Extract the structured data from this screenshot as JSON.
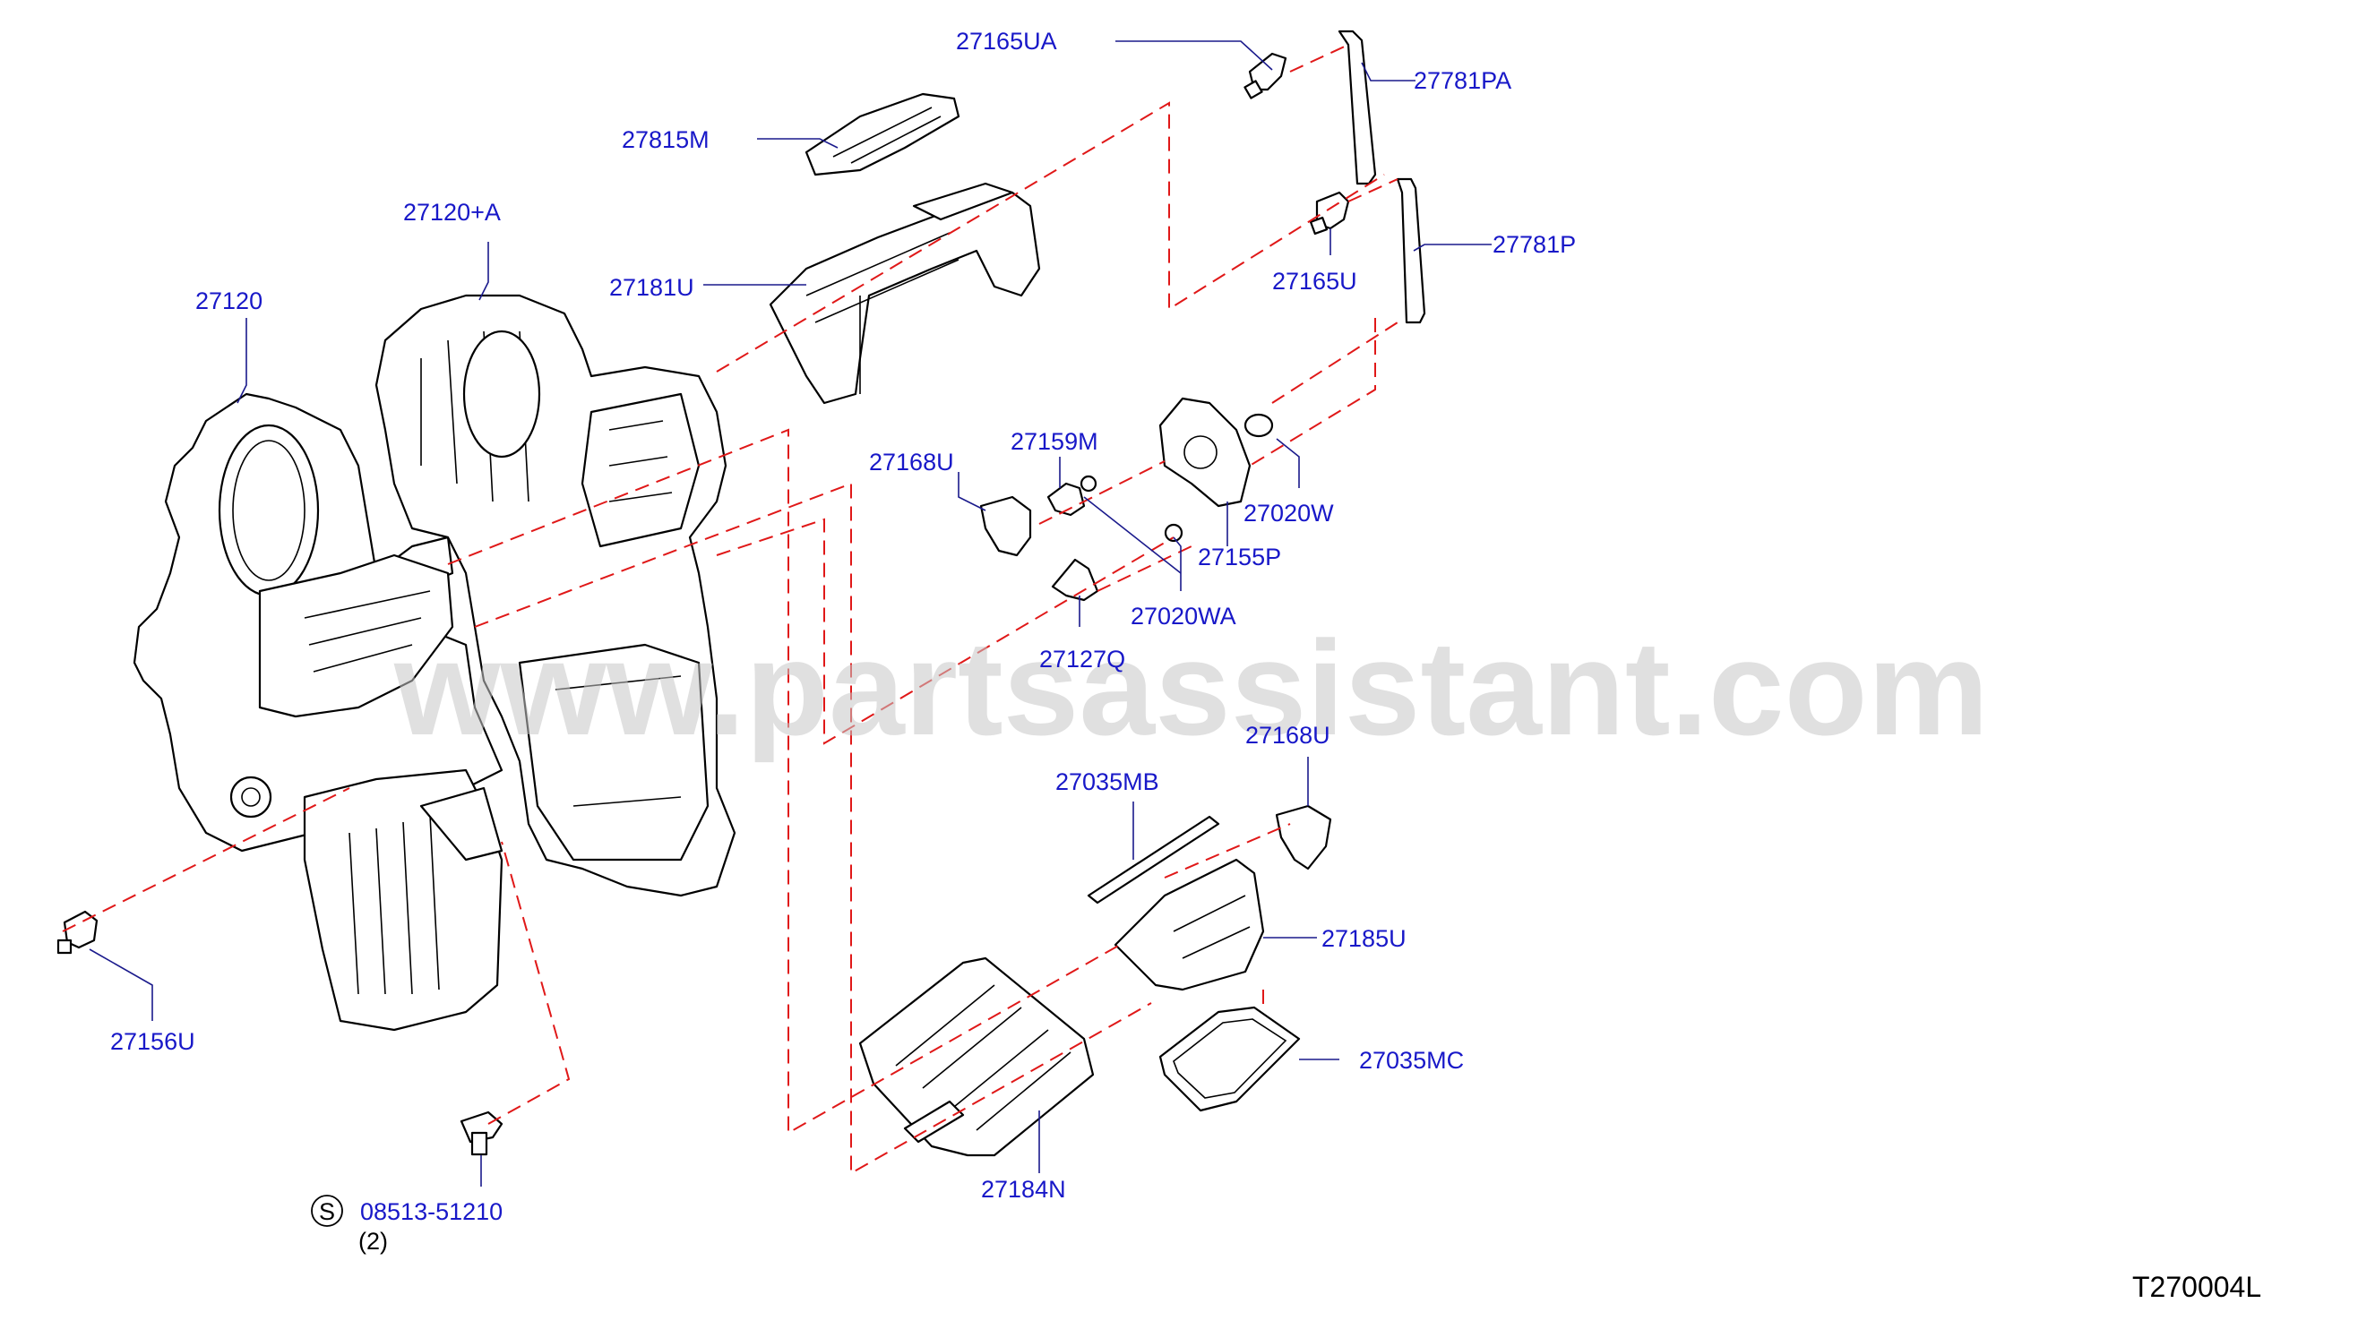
{
  "watermark": "www.partsassistant.com",
  "diagram_code": "T270004L",
  "labels": {
    "p27165UA": "27165UA",
    "p27781PA": "27781PA",
    "p27815M": "27815M",
    "p27120A": "27120+A",
    "p27181U": "27181U",
    "p27165U": "27165U",
    "p27781P": "27781P",
    "p27120": "27120",
    "p27168U_top": "27168U",
    "p27159M": "27159M",
    "p27020W": "27020W",
    "p27155P": "27155P",
    "p27020WA": "27020WA",
    "p27127Q": "27127Q",
    "p27168U_bot": "27168U",
    "p27035MB": "27035MB",
    "p27185U": "27185U",
    "p27035MC": "27035MC",
    "p27184N": "27184N",
    "p27156U": "27156U",
    "p0851351210": "08513-51210",
    "qty_bolt": "(2)",
    "std_symbol": "S"
  },
  "colors": {
    "label_blue": "#1818c8",
    "leader_line": "#1a1a8c",
    "dashed_line": "#e01818",
    "watermark": "#c8c8c8"
  }
}
